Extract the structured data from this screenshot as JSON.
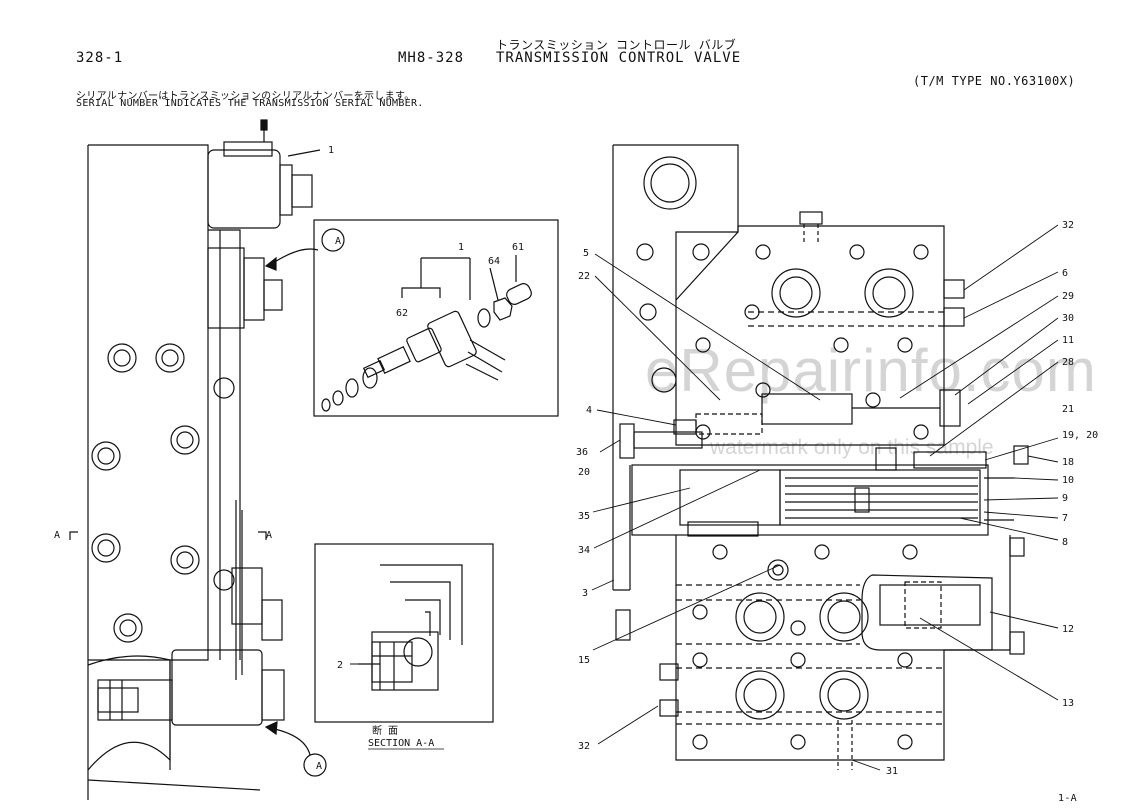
{
  "header": {
    "page_code": "328-1",
    "title_japanese": "トランスミッション コントロール バルブ",
    "model": "MH8-328",
    "title": "TRANSMISSION CONTROL VALVE",
    "type_note": "(T/M TYPE NO.Y63100X)",
    "serial_note_japanese": "シリアルナンバーはトランスミッションのシリアルナンバーを示します。",
    "serial_note": "SERIAL NUMBER INDICATES THE TRANSMISSION SERIAL NUMBER."
  },
  "watermark": {
    "site": "eRepairinfo.com",
    "note": "watermark only on this sample"
  },
  "detail_a": {
    "circle_label": "A",
    "parts": [
      "1",
      "64",
      "61",
      "62"
    ]
  },
  "section_view": {
    "label_japanese": "断 面",
    "label": "SECTION A-A",
    "part": "2"
  },
  "section_marks": {
    "left": "A",
    "right": "A"
  },
  "bottom_left_circle": "A",
  "callouts_left_view": [
    "1"
  ],
  "callouts_right_view": {
    "left_side": [
      "5",
      "22",
      "4",
      "36",
      "20",
      "35",
      "34",
      "3",
      "15",
      "32"
    ],
    "right_side": [
      "32",
      "6",
      "29",
      "30",
      "11",
      "28",
      "21",
      "19, 20",
      "18",
      "10",
      "9",
      "7",
      "8",
      "12",
      "13"
    ],
    "bottom": [
      "31"
    ]
  },
  "footer": {
    "sheet": "1-A"
  }
}
